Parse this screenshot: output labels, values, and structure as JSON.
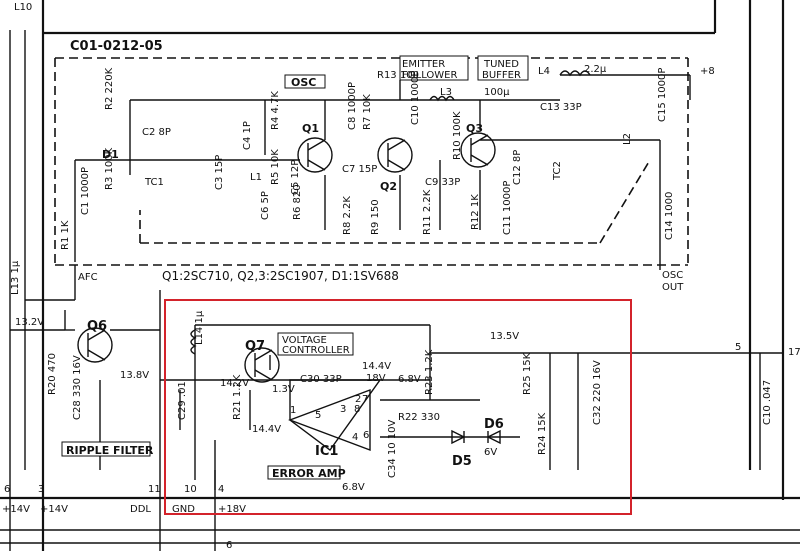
{
  "board": {
    "id": "C01-0212-05",
    "osc": "OSC",
    "emitter_follower": "EMITTER FOLLOWER",
    "tuned_buffer": "TUNED BUFFER",
    "parts_note": "Q1:2SC710, Q2,3:2SC1907, D1:1SV688",
    "afc": "AFC",
    "osc_out": "OSC OUT",
    "plus8": "+8"
  },
  "regulator": {
    "voltage_controller": "VOLTAGE CONTROLLER",
    "error_amp": "ERROR AMP",
    "ic1": "IC1",
    "ripple_filter": "RIPPLE FILTER",
    "q6": "Q6",
    "q7": "Q7",
    "d5": "D5",
    "d6": "D6"
  },
  "voltages": {
    "v13_2": "13.2V",
    "v13_8": "13.8V",
    "v14_2": "14.2V",
    "v1_3": "1.3V",
    "v14_4a": "14.4V",
    "v14_4b": "14.4V",
    "v18": "18V",
    "v6_8a": "6.8V",
    "v6_8b": "6.8V",
    "v13_5": "13.5V",
    "v6v": "6V"
  },
  "components": {
    "r2": "R2 220K",
    "c2": "C2 8P",
    "d1": "D1",
    "c1": "C1 1000P",
    "r3": "R3 100K",
    "tc1": "TC1",
    "c3": "C3 15P",
    "c4": "C4 1P",
    "l1": "L1",
    "r4": "R4 4.7K",
    "r5": "R5 10K",
    "c5": "C5 12P",
    "c6": "C6 5P",
    "q1": "Q1",
    "r6": "R6 820",
    "c8": "C8 1000P",
    "c7": "C7 15P",
    "r13": "R13 100",
    "r7": "R7 10K",
    "q2": "Q2",
    "r8": "R8 2.2K",
    "r9": "R9 150",
    "c10": "C10 1000P",
    "l3": "L3",
    "l3v": "100μ",
    "c9": "C9 33P",
    "q3": "Q3",
    "r10": "R10 100K",
    "r11": "R11 2.2K",
    "r12": "R12 1K",
    "c11": "C11 1000P",
    "c12": "C12 8P",
    "c13": "C13 33P",
    "tc2": "TC2",
    "l2": "L2",
    "l4": "L4",
    "l4v": "2.2μ",
    "c15": "C15 1000P",
    "c14": "C14 1000",
    "r1": "R1 1K",
    "l13": "L13 1μ",
    "l14": "L14 1μ",
    "r20": "R20 470",
    "c28": "C28 330 16V",
    "c29": "C29 .01",
    "r21": "R21 1.2K",
    "c30": "C30 33P",
    "r23": "R23 1.2K",
    "r22": "R22 330",
    "c34": "C34 10 10V",
    "r25": "R25 15K",
    "r24": "R24 15K",
    "c32": "C32 220 16V",
    "c10b": "C10 .047"
  },
  "pins": {
    "p8": "8",
    "p3": "3",
    "p11": "11",
    "p10": "10",
    "p4": "4",
    "p5": "5",
    "p6a": "6",
    "p6b": "6",
    "p17": "17",
    "p1": "1",
    "p2": "2",
    "p3i": "3",
    "p5i": "5",
    "p6i": "6",
    "p7": "7",
    "p8i": "8",
    "p4i": "4"
  },
  "bottom": {
    "b14a": "+14V",
    "b14b": "+14V",
    "bddl": "DDL",
    "bgnd": "GND",
    "b18": "+18V",
    "bl10": "L10"
  }
}
